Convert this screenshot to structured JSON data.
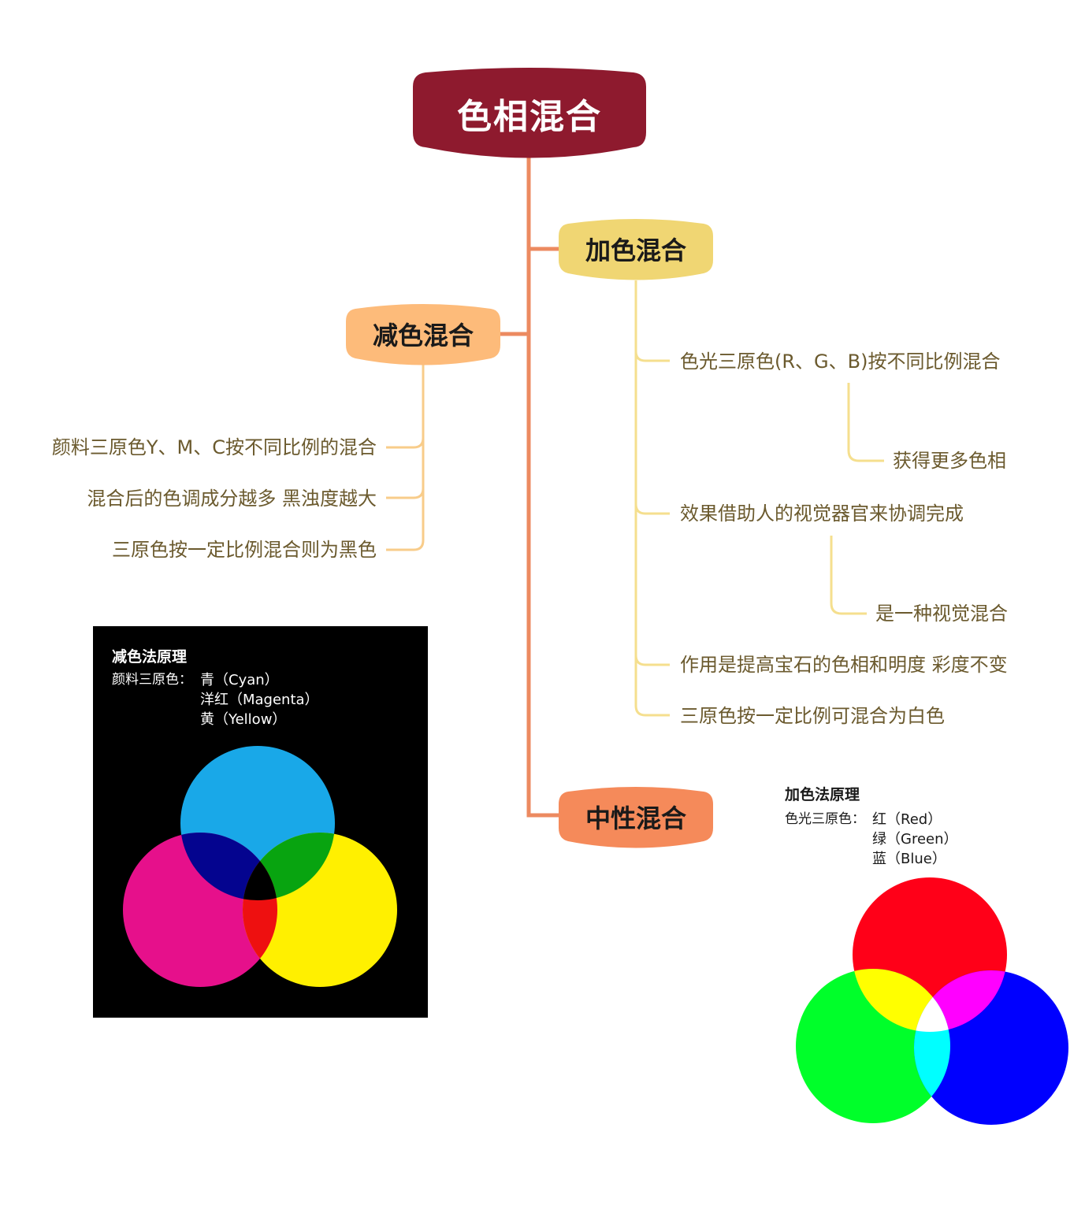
{
  "root": {
    "label": "色相混合",
    "color": "#8e1a2e"
  },
  "additive": {
    "label": "加色混合",
    "color": "#f0d673",
    "line_color": "#f5df8e",
    "items": [
      {
        "text": "色光三原色(R、G、B)按不同比例混合",
        "sub": "获得更多色相"
      },
      {
        "text": "效果借助人的视觉器官来协调完成",
        "sub": "是一种视觉混合"
      },
      {
        "text": "作用是提高宝石的色相和明度 彩度不变"
      },
      {
        "text": "三原色按一定比例可混合为白色"
      }
    ]
  },
  "subtractive": {
    "label": "减色混合",
    "color": "#fdbb7a",
    "line_color": "#f8cc8a",
    "items": [
      {
        "text": "颜料三原色Y、M、C按不同比例的混合"
      },
      {
        "text": "混合后的色调成分越多 黑浊度越大"
      },
      {
        "text": "三原色按一定比例混合则为黑色"
      }
    ]
  },
  "neutral": {
    "label": "中性混合",
    "color": "#f58a5a"
  },
  "trunk_color": "#ec8a60",
  "subtractive_panel": {
    "title": "减色法原理",
    "prefix": "颜料三原色：",
    "primaries": [
      "青（Cyan）",
      "洋红（Magenta）",
      "黄（Yellow）"
    ],
    "colors": {
      "cyan": "#19a8e8",
      "magenta": "#e6108b",
      "yellow": "#fff000",
      "blue_overlap": "#04048f",
      "green_overlap": "#08a410",
      "red_overlap": "#ee1010",
      "center": "#000000",
      "background": "#000000"
    }
  },
  "additive_panel": {
    "title": "加色法原理",
    "prefix": "色光三原色：",
    "primaries": [
      "红（Red）",
      "绿（Green）",
      "蓝（Blue）"
    ],
    "colors": {
      "red": "#ff0018",
      "green": "#00ff2a",
      "blue": "#0000ff",
      "yellow_overlap": "#ffff00",
      "magenta_overlap": "#ff00ff",
      "cyan_overlap": "#00ffff",
      "center": "#ffffff"
    }
  }
}
